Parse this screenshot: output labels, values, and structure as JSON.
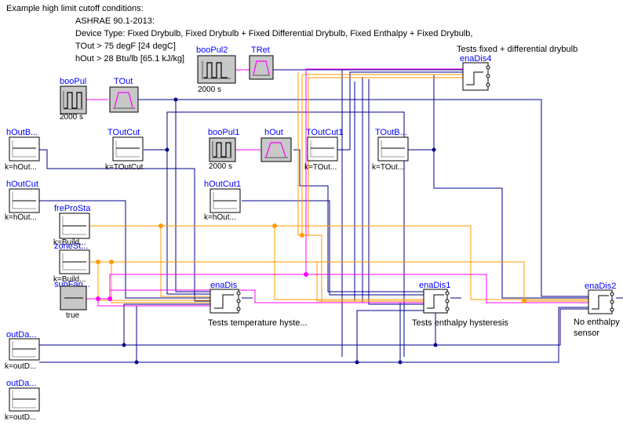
{
  "notes": {
    "line1": "Example high limit cutoff conditions:",
    "line2": "ASHRAE 90.1-2013:",
    "line3": "Device Type: Fixed Drybulb, Fixed Drybulb + Fixed Differential Drybulb, Fixed Enthalpy + Fixed Drybulb,",
    "line4": "TOut > 75 degF [24 degC]",
    "line5": "hOut > 28 Btu/lb [65.1 kJ/kg]"
  },
  "blocks": {
    "booPul2": {
      "name": "booPul2",
      "param": "2000 s"
    },
    "tRet": {
      "name": "TRet"
    },
    "booPul": {
      "name": "booPul",
      "param": "2000 s"
    },
    "tOut": {
      "name": "TOut"
    },
    "hOutBelowCutoff": {
      "name": "hOutB...",
      "param": "k=hOut..."
    },
    "tOutCut": {
      "name": "TOutCut",
      "param": "k=TOutCut"
    },
    "booPul1": {
      "name": "booPul1",
      "param": "2000 s"
    },
    "hOut": {
      "name": "hOut"
    },
    "tOutCut1": {
      "name": "TOutCut1",
      "param": "k=TOut..."
    },
    "tOutBelowCutoff": {
      "name": "TOutB...",
      "param": "k=TOut..."
    },
    "hOutCut": {
      "name": "hOutCut",
      "param": "k=hOut..."
    },
    "hOutCut1": {
      "name": "hOutCut1",
      "param": "k=hOut..."
    },
    "freProSta": {
      "name": "freProSta",
      "param": "k=Build..."
    },
    "zoneSta": {
      "name": "zoneSt...",
      "param": "k=Build..."
    },
    "supFan": {
      "name": "supFan...",
      "param": "true"
    },
    "enaDis": {
      "name": "enaDis",
      "caption": "Tests temperature hyste..."
    },
    "enaDis1": {
      "name": "enaDis1",
      "caption": "Tests enthalpy hysteresis"
    },
    "enaDis2": {
      "name": "enaDis2",
      "caption1": "No enthalpy",
      "caption2": "sensor"
    },
    "enaDis4": {
      "name": "enaDis4",
      "caption": "Tests fixed + differential drybulb"
    },
    "outDamPosMax": {
      "name": "outDa...",
      "param": "k=outD..."
    },
    "outDamPosMin": {
      "name": "outDa...",
      "param": "k=outD..."
    }
  },
  "colors": {
    "real_wire": "#00008b",
    "integer_wire": "#ff9a00",
    "boolean_wire": "#ff00ff",
    "block_label": "#0000ff",
    "source_fill": "#c8c8c8"
  }
}
